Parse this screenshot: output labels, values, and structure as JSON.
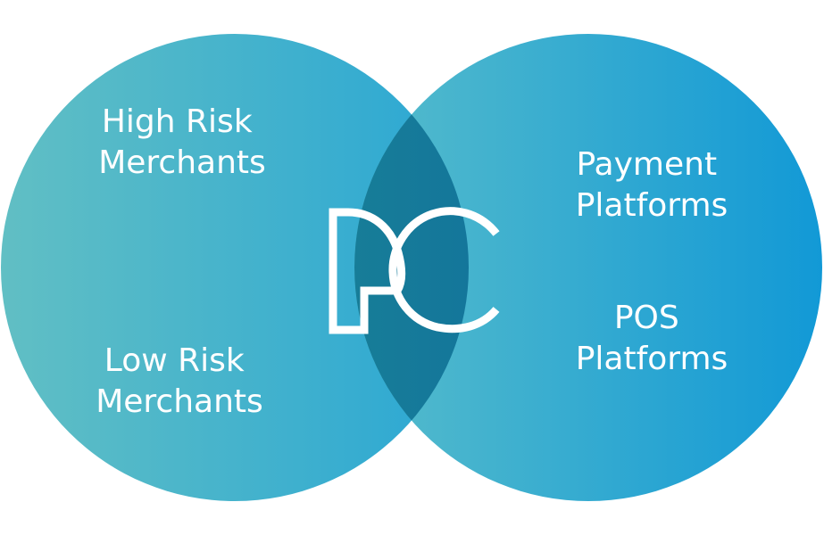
{
  "diagram": {
    "left_circle": {
      "labels": [
        [
          "High Risk",
          "Merchants"
        ],
        [
          "Low Risk",
          "Merchants"
        ]
      ],
      "gradient": [
        "#61bfc4",
        "#2aa7d4"
      ]
    },
    "right_circle": {
      "labels": [
        [
          "Payment",
          "Platforms"
        ],
        [
          "POS",
          "Platforms"
        ]
      ],
      "gradient": [
        "#56bccb",
        "#1299d6"
      ]
    },
    "overlap": {
      "logo_alt": "PC",
      "gradient": [
        "#177d98",
        "#0a62a4"
      ]
    }
  }
}
